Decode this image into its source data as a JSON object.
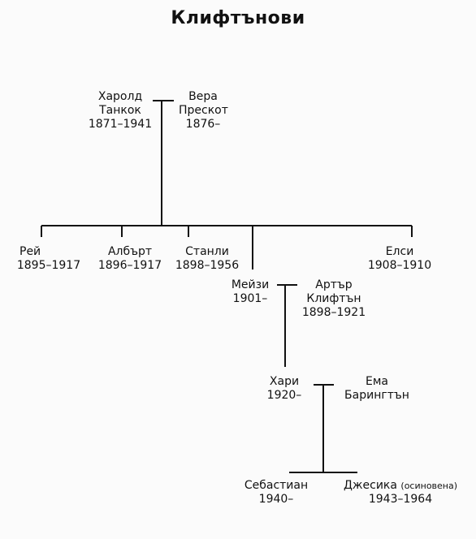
{
  "title": "Клифтънови",
  "persons": {
    "harold": {
      "line1": "Харолд",
      "line2": "Танкок",
      "dates": "1871–1941"
    },
    "vera": {
      "line1": "Вера",
      "line2": "Прескот",
      "dates": "1876–"
    },
    "rey": {
      "name": "Рей",
      "dates": "1895–1917"
    },
    "albert": {
      "name": "Албърт",
      "dates": "1896–1917"
    },
    "stanley": {
      "name": "Станли",
      "dates": "1898–1956"
    },
    "elsie": {
      "name": "Елси",
      "dates": "1908–1910"
    },
    "maisie": {
      "name": "Мейзи",
      "dates": "1901–"
    },
    "arthur": {
      "line1": "Артър",
      "line2": "Клифтън",
      "dates": "1898–1921"
    },
    "harry": {
      "name": "Хари",
      "dates": "1920–"
    },
    "emma": {
      "line1": "Ема",
      "line2": "Барингтън"
    },
    "sebastian": {
      "name": "Себастиан",
      "dates": "1940–"
    },
    "jessica": {
      "name": "Джесика",
      "note": "(осиновена)",
      "dates": "1943–1964"
    }
  }
}
